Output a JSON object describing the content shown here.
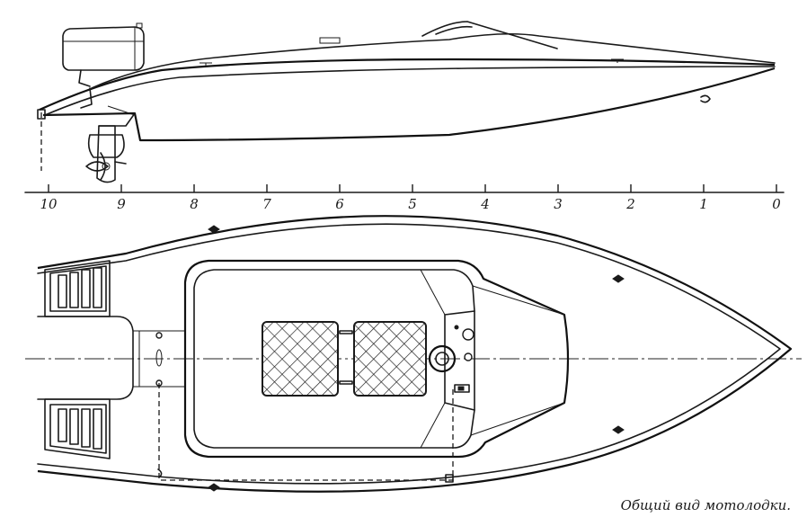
{
  "caption": "Общий вид мотолодки.",
  "stations": [
    "10",
    "9",
    "8",
    "7",
    "6",
    "5",
    "4",
    "3",
    "2",
    "1",
    "0"
  ]
}
